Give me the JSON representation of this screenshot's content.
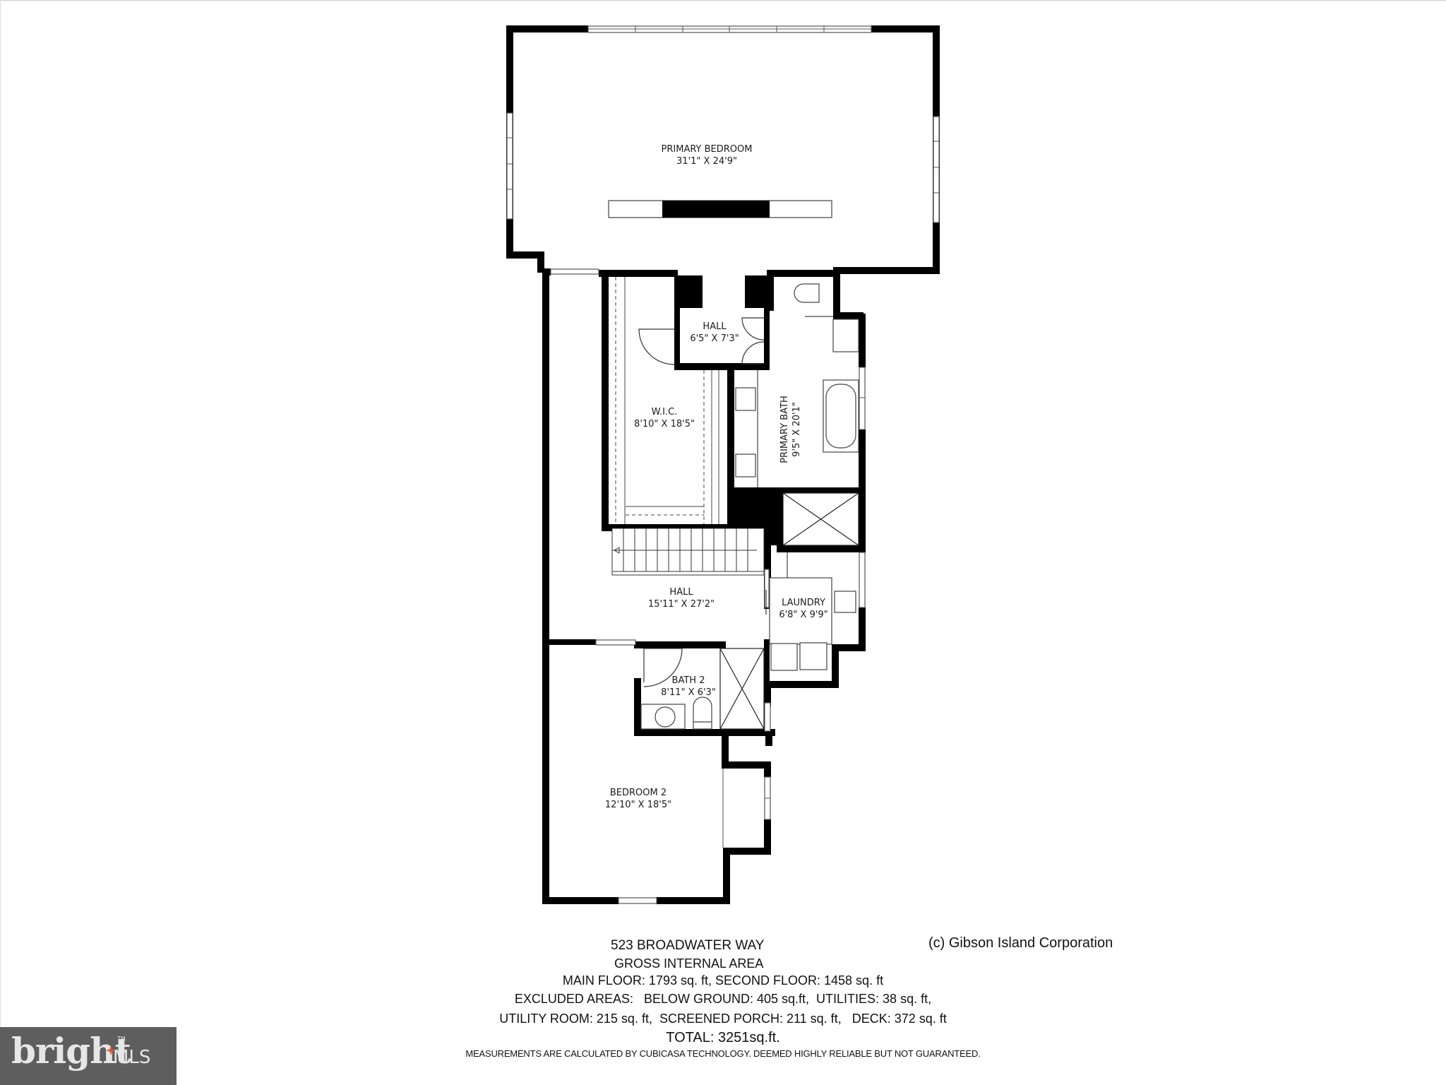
{
  "floor_plan": {
    "rooms": [
      {
        "id": "primary-bedroom",
        "name": "PRIMARY BEDROOM",
        "dims": "31'1\" X 24'9\""
      },
      {
        "id": "hall-upper",
        "name": "HALL",
        "dims": "6'5\" X 7'3\""
      },
      {
        "id": "wic",
        "name": "W.I.C.",
        "dims": "8'10\" X 18'5\""
      },
      {
        "id": "primary-bath",
        "name": "PRIMARY BATH",
        "dims": "9'5\" X 20'1\""
      },
      {
        "id": "hall-main",
        "name": "HALL",
        "dims": "15'11\" X 27'2\""
      },
      {
        "id": "laundry",
        "name": "LAUNDRY",
        "dims": "6'8\" X 9'9\""
      },
      {
        "id": "bath-2",
        "name": "BATH 2",
        "dims": "8'11\" X 6'3\""
      },
      {
        "id": "bedroom-2",
        "name": "BEDROOM 2",
        "dims": "12'10\" X 18'5\""
      }
    ]
  },
  "footer": {
    "address": "523 BROADWATER WAY",
    "gross_internal_area": "GROSS INTERNAL AREA",
    "main_floor_line": "MAIN FLOOR: 1793 sq. ft, SECOND FLOOR: 1458 sq. ft",
    "excluded_line": "EXCLUDED AREAS:   BELOW GROUND: 405 sq.ft,  UTILITIES: 38 sq. ft,",
    "utility_line": "UTILITY ROOM: 215 sq. ft,  SCREENED PORCH: 211 sq. ft,   DECK: 372 sq. ft",
    "total_line": "TOTAL: 3251sq.ft.",
    "disclaimer": "MEASUREMENTS ARE CALCULATED BY CUBICASA TECHNOLOGY. DEEMED HIGHLY RELIABLE BUT NOT GUARANTEED.",
    "copyright": "(c) Gibson Island Corporation"
  },
  "areas": {
    "main_floor_sqft": 1793,
    "second_floor_sqft": 1458,
    "below_ground_sqft": 405,
    "utilities_sqft": 38,
    "utility_room_sqft": 215,
    "screened_porch_sqft": 211,
    "deck_sqft": 372,
    "total_sqft": 3251
  },
  "logo": {
    "brand": "bright",
    "suffix": "MLS",
    "tm": "TM",
    "accent_color": "#e0532b",
    "bg_color": "#5e5e5e"
  }
}
